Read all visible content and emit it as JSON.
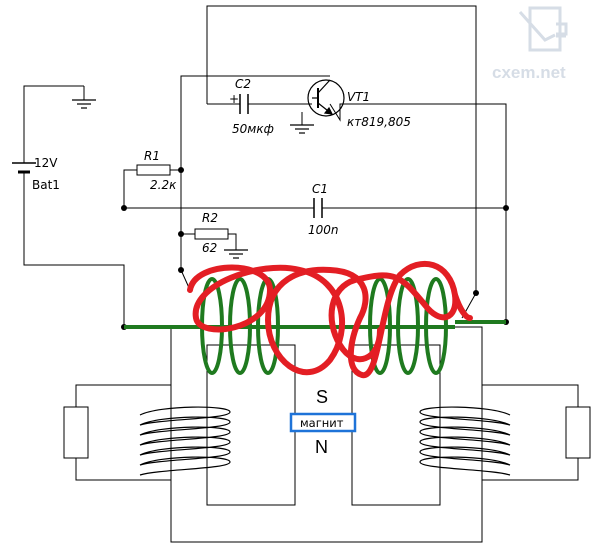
{
  "labels": {
    "c2_name": "C2",
    "c2_value": "50мкф",
    "c2_polarity": "+",
    "vt1_name": "VT1",
    "vt1_type": "кт819,805",
    "r1_name": "R1",
    "r1_value": "2.2к",
    "c1_name": "C1",
    "c1_value": "100n",
    "r2_name": "R2",
    "r2_value": "62",
    "battery_voltage": "12V",
    "battery_name": "Bat1",
    "pole_s": "S",
    "pole_n": "N",
    "magnet": "магнит"
  },
  "watermark": {
    "text": "cxem.net"
  },
  "colors": {
    "wire": "#000000",
    "green_coil": "#1f7a1f",
    "red_coil": "#e31e24",
    "output_coil": "#000000",
    "magnet_border": "#1e73d8",
    "watermark": "#d6dde6"
  }
}
